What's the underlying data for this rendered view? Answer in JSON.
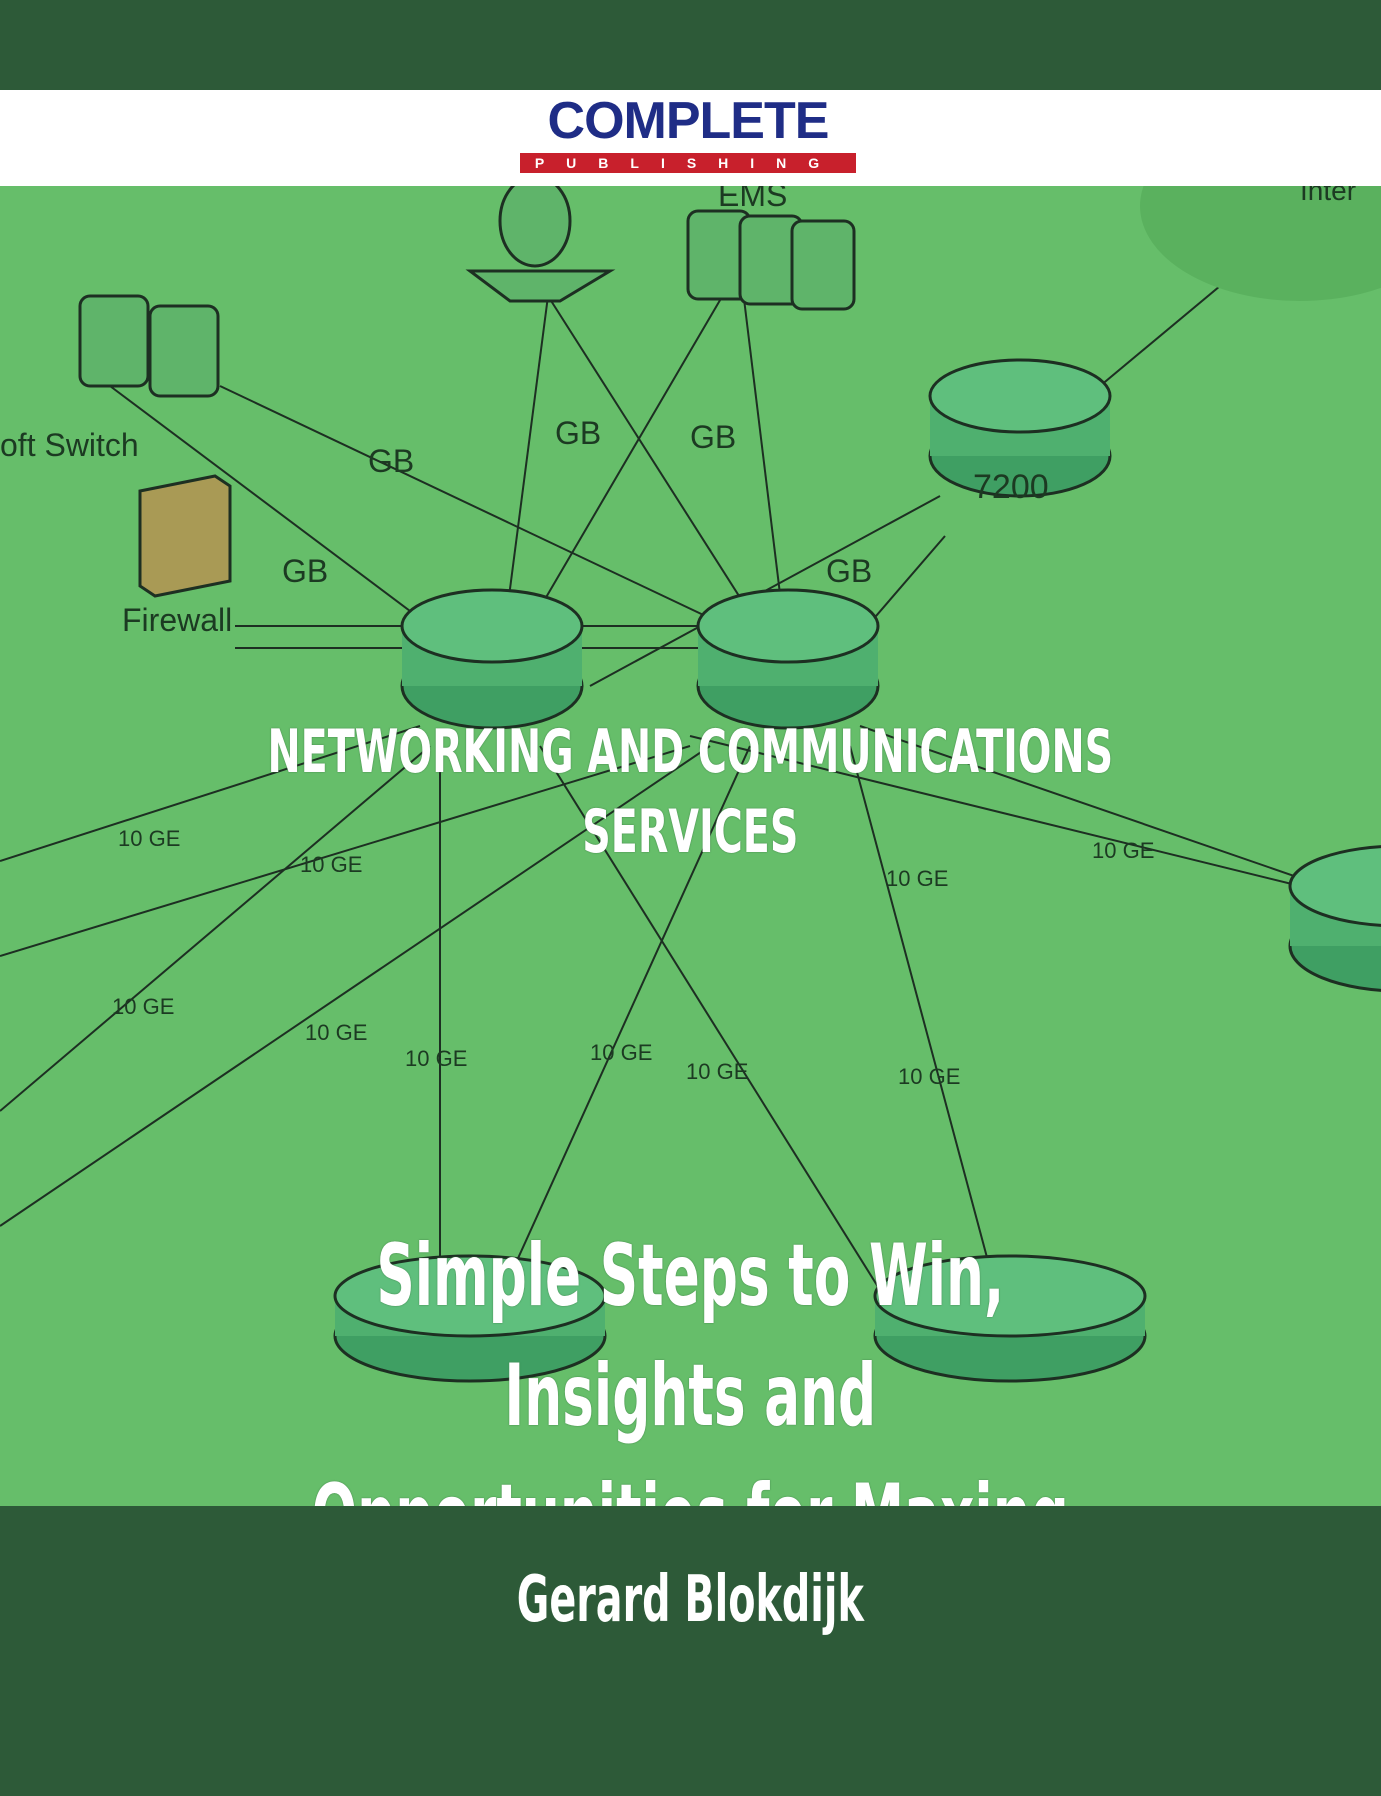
{
  "publisher": {
    "logo_main": "COMPLETE",
    "logo_sub": "PUBLISHING"
  },
  "cover_art": {
    "node_labels": {
      "soft_switch": "oft Switch",
      "ems": "EMS",
      "internet": "Inter",
      "firewall": "Firewall",
      "router_7200": "7200"
    },
    "link_labels": {
      "gb": "GB",
      "ten_ge": "10 GE"
    }
  },
  "book": {
    "title": "NETWORKING AND COMMUNICATIONS SERVICES",
    "subtitle_line1": "Simple Steps to Win, Insights and",
    "subtitle_line2": "Opportunities for Maxing Out Success",
    "author": "Gerard Blokdijk"
  },
  "colors": {
    "band": "#2d5a38",
    "art_background": "#66be6a",
    "logo_blue": "#1f2d86",
    "logo_red": "#c8202c"
  }
}
